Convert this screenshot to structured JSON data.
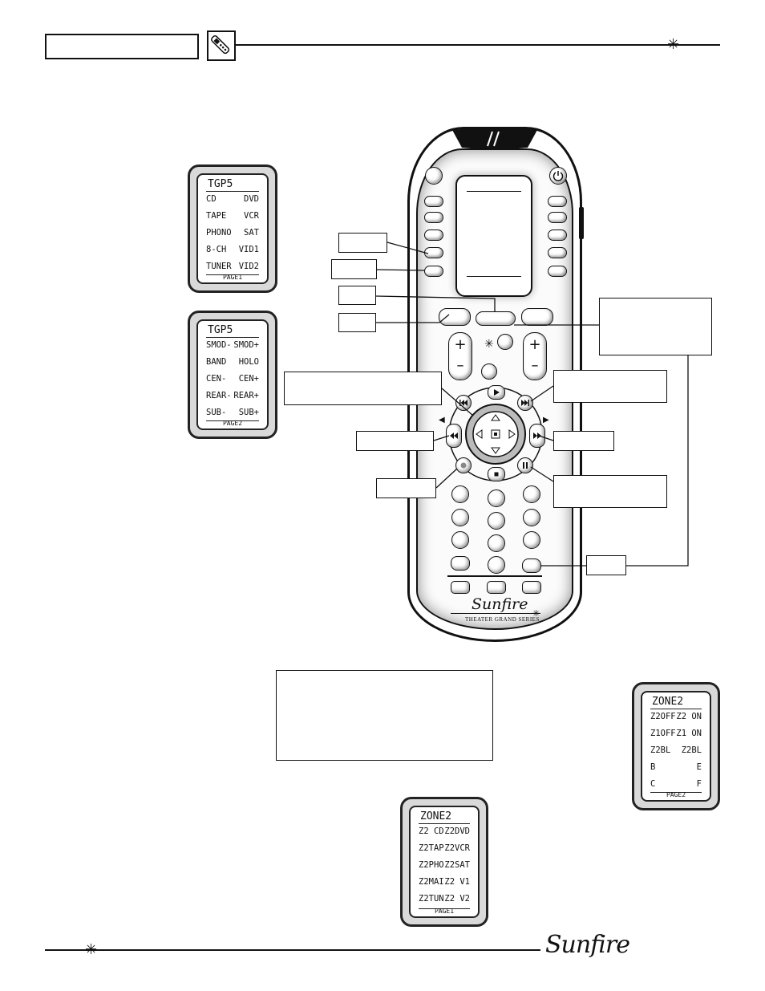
{
  "panels": {
    "tgp5_page1": {
      "title": "TGP5",
      "rows": [
        [
          "CD",
          "DVD"
        ],
        [
          "TAPE",
          "VCR"
        ],
        [
          "PHONO",
          "SAT"
        ],
        [
          "8-CH",
          "VID1"
        ],
        [
          "TUNER",
          "VID2"
        ]
      ],
      "page": "PAGE1"
    },
    "tgp5_page2": {
      "title": "TGP5",
      "rows": [
        [
          "SMOD-",
          "SMOD+"
        ],
        [
          "BAND",
          "HOLO"
        ],
        [
          "CEN-",
          "CEN+"
        ],
        [
          "REAR-",
          "REAR+"
        ],
        [
          "SUB-",
          "SUB+"
        ]
      ],
      "page": "PAGE2"
    },
    "zone2_page2": {
      "title": "ZONE2",
      "rows": [
        [
          "Z2OFF",
          "Z2 ON"
        ],
        [
          "Z1OFF",
          "Z1 ON"
        ],
        [
          "Z2BL",
          "Z2BL"
        ],
        [
          "B",
          "E"
        ],
        [
          "C",
          "F"
        ]
      ],
      "page": "PAGE2"
    },
    "zone2_page1": {
      "title": "ZONE2",
      "rows": [
        [
          "Z2 CD",
          "Z2DVD"
        ],
        [
          "Z2TAP",
          "Z2VCR"
        ],
        [
          "Z2PHO",
          "Z2SAT"
        ],
        [
          "Z2MAI",
          "Z2 V1"
        ],
        [
          "Z2TUN",
          "Z2 V2"
        ]
      ],
      "page": "PAGE1"
    }
  },
  "remote": {
    "brand": "Sunfire",
    "series": "THEATER GRAND SERIES"
  },
  "footer": {
    "logo": "Sunfire"
  }
}
